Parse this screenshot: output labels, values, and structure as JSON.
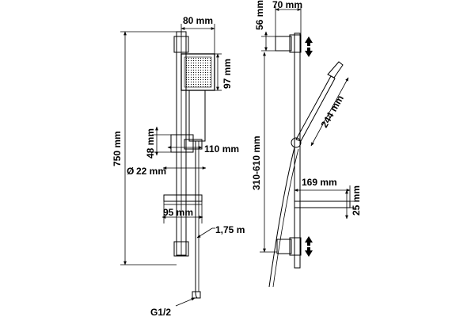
{
  "dimensions": {
    "left_view": {
      "head_width": "80 mm",
      "head_height": "97 mm",
      "total_height": "750 mm",
      "holder_height": "48 mm",
      "holder_depth": "110 mm",
      "bar_diameter": "22 mm",
      "shelf_width": "95 mm",
      "hose_length": "1,75 m",
      "connector": "G1/2"
    },
    "right_view": {
      "bracket_offset": "70 mm",
      "bracket_height": "56 mm",
      "handshower_length": "244 mm",
      "adjustable_range": "310-610 mm",
      "shelf_depth": "169 mm",
      "shelf_height": "25 mm"
    }
  },
  "icons": {
    "adjust_arrow_top": "double-arrow-up-down-icon",
    "adjust_arrow_bottom": "double-arrow-up-down-icon"
  }
}
